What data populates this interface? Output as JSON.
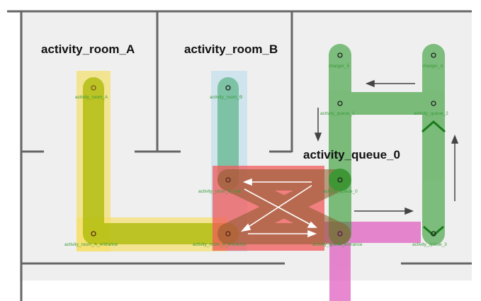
{
  "labels": {
    "room_a": "activity_room_A",
    "room_b": "activity_room_B",
    "queue_0": "activity_queue_0"
  },
  "waypoints": {
    "charger_5": "charger_5",
    "charger_4": "charger_4",
    "queue_1": "activity_queue_1",
    "queue_2": "activity_queue_2",
    "room_a": "activity_room_A",
    "room_b": "activity_room_B",
    "queue_0": "activity_queue_0",
    "room_b_exit": "activity_room_B_exit",
    "room_a_entrance": "activity_room_A_entrance",
    "room_b_entrance": "activity_room_B_entrance",
    "queue_entrance": "activity_queue_entrance",
    "queue_3": "activity_queue_3"
  },
  "colors": {
    "floor": "#efefef",
    "wall": "#555555",
    "lane_yellow": "#a8b800",
    "lane_teal": "#3aa56a",
    "lane_green": "#2e9a2e",
    "zone_red": "#f25a5a",
    "lane_magenta": "#e060c0",
    "arrow_dark": "#444444",
    "arrow_white": "#ffffff"
  }
}
